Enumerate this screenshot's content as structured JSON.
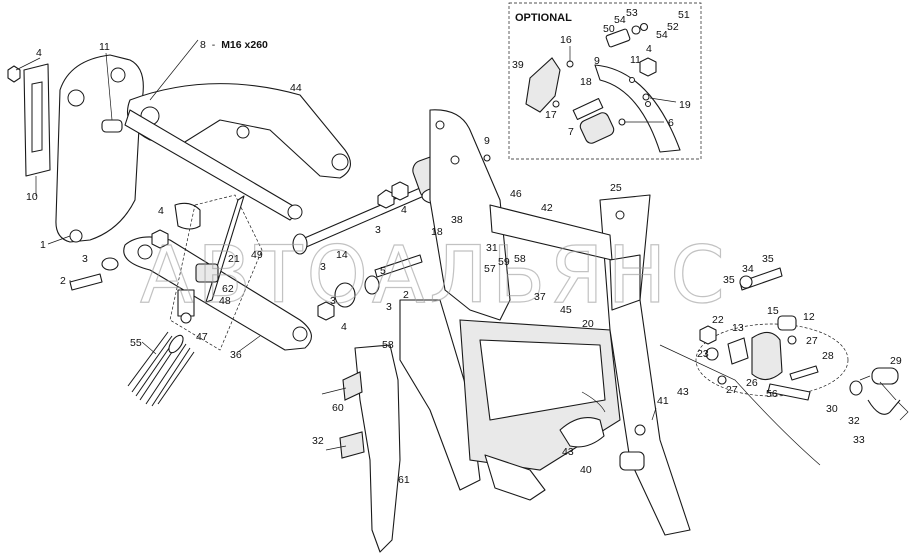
{
  "optional_box": {
    "title": "OPTIONAL"
  },
  "bolt_spec": {
    "number": "8",
    "dash": "-",
    "size": "M16 x260"
  },
  "watermark": "АВТОАЛЬЯНС",
  "callouts": [
    {
      "id": "c4a",
      "text": "4"
    },
    {
      "id": "c11",
      "text": "11"
    },
    {
      "id": "c44",
      "text": "44"
    },
    {
      "id": "c10",
      "text": "10"
    },
    {
      "id": "c1",
      "text": "1"
    },
    {
      "id": "c2a",
      "text": "2"
    },
    {
      "id": "c3a",
      "text": "3"
    },
    {
      "id": "c4b",
      "text": "4"
    },
    {
      "id": "c21",
      "text": "21"
    },
    {
      "id": "c49",
      "text": "49"
    },
    {
      "id": "c62",
      "text": "62"
    },
    {
      "id": "c48",
      "text": "48"
    },
    {
      "id": "c47",
      "text": "47"
    },
    {
      "id": "c55",
      "text": "55"
    },
    {
      "id": "c36",
      "text": "36"
    },
    {
      "id": "c14",
      "text": "14"
    },
    {
      "id": "c3b",
      "text": "3"
    },
    {
      "id": "c5",
      "text": "5"
    },
    {
      "id": "c3c",
      "text": "3"
    },
    {
      "id": "c2b",
      "text": "2"
    },
    {
      "id": "c3d",
      "text": "3"
    },
    {
      "id": "c4c",
      "text": "4"
    },
    {
      "id": "c4d",
      "text": "4"
    },
    {
      "id": "c18a",
      "text": "18"
    },
    {
      "id": "c38",
      "text": "38"
    },
    {
      "id": "c9a",
      "text": "9"
    },
    {
      "id": "c31",
      "text": "31"
    },
    {
      "id": "c57",
      "text": "57"
    },
    {
      "id": "c59",
      "text": "59"
    },
    {
      "id": "c58a",
      "text": "58"
    },
    {
      "id": "c37",
      "text": "37"
    },
    {
      "id": "c45",
      "text": "45"
    },
    {
      "id": "c20",
      "text": "20"
    },
    {
      "id": "c46",
      "text": "46"
    },
    {
      "id": "c42",
      "text": "42"
    },
    {
      "id": "c25",
      "text": "25"
    },
    {
      "id": "c58b",
      "text": "58"
    },
    {
      "id": "c60",
      "text": "60"
    },
    {
      "id": "c32a",
      "text": "32"
    },
    {
      "id": "c61",
      "text": "61"
    },
    {
      "id": "c43a",
      "text": "43"
    },
    {
      "id": "c40",
      "text": "40"
    },
    {
      "id": "c41",
      "text": "41"
    },
    {
      "id": "c43b",
      "text": "43"
    },
    {
      "id": "c35",
      "text": "35"
    },
    {
      "id": "c34",
      "text": "34"
    },
    {
      "id": "c15",
      "text": "15"
    },
    {
      "id": "c12",
      "text": "12"
    },
    {
      "id": "c22",
      "text": "22"
    },
    {
      "id": "c13",
      "text": "13"
    },
    {
      "id": "c27a",
      "text": "27"
    },
    {
      "id": "c23",
      "text": "23"
    },
    {
      "id": "c28",
      "text": "28"
    },
    {
      "id": "c26",
      "text": "26"
    },
    {
      "id": "c27b",
      "text": "27"
    },
    {
      "id": "c56",
      "text": "56"
    },
    {
      "id": "c29",
      "text": "29"
    },
    {
      "id": "c30",
      "text": "30"
    },
    {
      "id": "c32b",
      "text": "32"
    },
    {
      "id": "c33",
      "text": "33"
    },
    {
      "id": "c16",
      "text": "16"
    },
    {
      "id": "c50",
      "text": "50"
    },
    {
      "id": "c54a",
      "text": "54"
    },
    {
      "id": "c53",
      "text": "53"
    },
    {
      "id": "c51",
      "text": "51"
    },
    {
      "id": "c52",
      "text": "52"
    },
    {
      "id": "c54b",
      "text": "54"
    },
    {
      "id": "c39",
      "text": "39"
    },
    {
      "id": "c9b",
      "text": "9"
    },
    {
      "id": "c18b",
      "text": "18"
    },
    {
      "id": "c11b",
      "text": "11"
    },
    {
      "id": "c4e",
      "text": "4"
    },
    {
      "id": "c19",
      "text": "19"
    },
    {
      "id": "c17",
      "text": "17"
    },
    {
      "id": "c7",
      "text": "7"
    },
    {
      "id": "c6",
      "text": "6"
    }
  ]
}
